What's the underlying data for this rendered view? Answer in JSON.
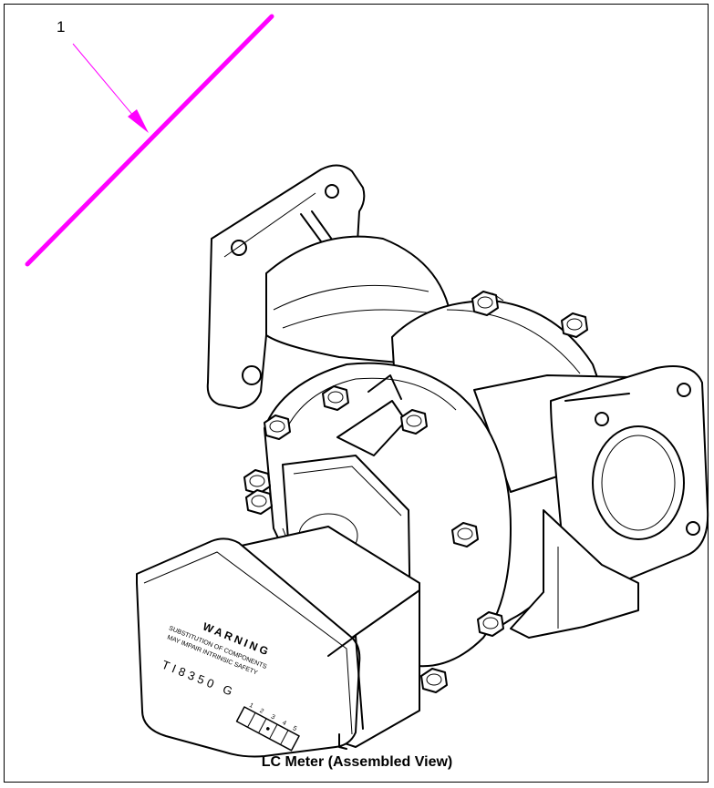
{
  "diagram": {
    "callout_number": "1",
    "caption": "LC Meter (Assembled View)",
    "register_label": {
      "warning": "WARNING",
      "line1": "SUBSTITUTION OF COMPONENTS",
      "line2": "MAY IMPAIR INTRINSIC SAFETY",
      "model": "TI8350 G",
      "digits": [
        "1",
        "2",
        "3",
        "4",
        "5"
      ]
    },
    "colors": {
      "accent": "#ff00ff",
      "line": "#000000",
      "background": "#ffffff"
    }
  }
}
